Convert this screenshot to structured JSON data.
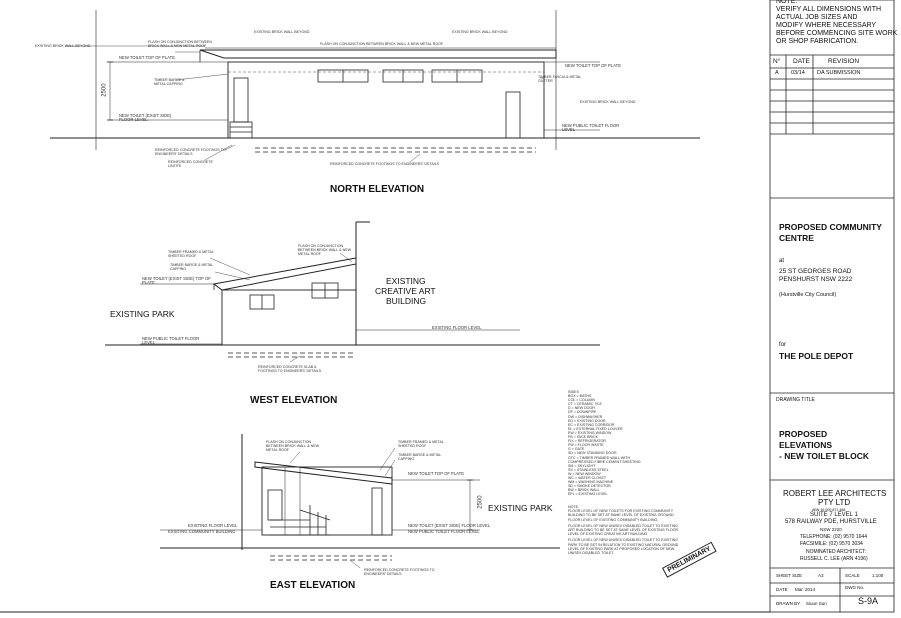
{
  "north": {
    "title": "NORTH ELEVATION",
    "notes": [
      "EXISTING BRICK WALL BEYOND",
      "FLASH ON CONJUNCTION BETWEEN BRICK WALL & NEW METAL ROOF",
      "FLASH ON CONJUNCTION BETWEEN BRICK WALL & NEW METAL ROOF",
      "EXISTING BRICK WALL BEYOND",
      "EXISTING BRICK WALL BEYOND",
      "TIMBER BARGE & METAL CAPPING",
      "TIMBER FASCIA & METAL GUTTER",
      "EXISTING BRICK WALL BEYOND",
      "REINFORCED CONCRETE FOOTINGS TO ENGINEERS' DETAILS",
      "REINFORCED CONCRETE LINTITE",
      "REINFORCED CONCRETE FOOTINGS TO ENGINEERS' DETAILS",
      "NEW TOILET TOP OF PLATE",
      "NEW TOILET TOP OF PLATE",
      "NEW TOILET (EXIST SIDE) FLOOR LEVEL",
      "NEW PUBLIC TOILET FLOOR LEVEL"
    ],
    "dim": "2500"
  },
  "west": {
    "title": "WEST ELEVATION",
    "existing_park": "EXISTING PARK",
    "existing_building": [
      "EXISTING",
      "CREATIVE ART",
      "BUILDING"
    ],
    "notes": [
      "TIMBER FRAMED & METAL SHEETED ROOF",
      "TIMBER BARGE & METAL CAPPING",
      "FLASH ON CONJUNCTION BETWEEN BRICK WALL & NEW METAL ROOF",
      "NEW TOILET (EXIST SIDE) TOP OF PLATE",
      "NEW PUBLIC TOILET FLOOR LEVEL",
      "EXISTING FLOOR LEVEL",
      "REINFORCED CONCRETE SLAB & FOOTINGS TO ENGINEERS' DETAILS"
    ]
  },
  "east": {
    "title": "EAST ELEVATION",
    "existing_park": "EXISTING PARK",
    "dim": "2500",
    "notes": [
      "FLASH ON CONJUNCTION BETWEEN BRICK WALL & NEW METAL ROOF",
      "TIMBER FRAMED & METAL SHEETED ROOF",
      "TIMBER BARGE & METAL CAPPING",
      "NEW TOILET TOP OF PLATE",
      "EXISTING FLOOR LEVEL",
      "EXISTING COMMUNITY BUILDING",
      "NEW TOILET (EXIST SIDE) FLOOR LEVEL",
      "NEW PUBLIC TOILET FLOOR LEVEL",
      "REINFORCED CONCRETE FOOTINGS TO ENGINEERS' DETAILS"
    ]
  },
  "index_legend": [
    "INDEX",
    "BOX = BATHS",
    "COL = COLUMN",
    "CT = CERAMIC TILE",
    "D = NEW DOOR",
    "DF = DOWNPIPE",
    "DW = DISHWASHER",
    "ED = EXISTING DOOR",
    "EC = EXISTING CORRIDOR",
    "EL = EXTERNAL FIXED LOUVER",
    "EW = EXISTING WINDOW",
    "FB = FACE BRICK",
    "FIX = REFRIGERATOR",
    "FW = FLOOR WASTE",
    "G = GATE",
    "SD = NEW STANDING DOOR",
    "GTC = TIMBER FRAMED WALL WITH COMPRESSED FIBRE CEMENT SHEETING",
    "SM = SKYLIGHT",
    "SS = STAINLESS STEEL",
    "W = NEW WINDOW",
    "WC = WATER CLOSET",
    "WM = WASHING MACHINE",
    "SD = SMOKE DETECTOR",
    "BW = BRICK WALL",
    "EFL = EXISTING LEVEL"
  ],
  "general_notes": [
    "NOTE:",
    "FLOOR LEVEL OF NEW TOILETS FOR EXISTING COMMUNITY BUILDING TO BE SET AT SAME LEVEL OF EXISTING GROUND FLOOR LEVEL OF EXISTING COMMUNITY BUILDING.",
    "FLOOR LEVEL OF NEW UNISEX DISABLED TOILET TO EXISTING ART BUILDING TO BE SET AT SAME LEVEL OF EXISTING FLOOR LEVEL OF EXISTING CREATIVE ART BUILDING.",
    "FLOOR LEVEL OF NEW UNISEX DISABLED TOILET TO EXISTING PARK TO BE SET IN RELATION TO EXISTING NATURAL GROUND LEVEL OF EXISTING PARK AT PROPOSED LOCATION OF NEW UNISEX DISABLED TOILET."
  ],
  "stamp": "PRELIMINARY",
  "title_block": {
    "note_lines": [
      "NOTE:",
      "VERIFY ALL DIMENSIONS WITH",
      "ACTUAL JOB SIZES AND",
      "MODIFY WHERE NECESSARY",
      "BEFORE COMMENCING SITE WORK",
      "OR SHOP FABRICATION."
    ],
    "rev_headers": [
      "N°",
      "DATE",
      "REVISION"
    ],
    "rev_rows": [
      [
        "A",
        "03/14",
        "DA SUBMISSION"
      ]
    ],
    "project_title": [
      "PROPOSED COMMUNITY",
      "CENTRE"
    ],
    "at_label": "at",
    "address": [
      "25 ST GEORGES ROAD",
      "PENSHURST NSW 2222"
    ],
    "council": "(Hurstville City Council)",
    "for_label": "for",
    "client": "THE POLE DEPOT",
    "drawing_title_label": "DRAWING TITLE",
    "drawing_title": [
      "PROPOSED",
      "ELEVATIONS",
      "- NEW TOILET BLOCK"
    ],
    "firm": [
      "ROBERT LEE ARCHITECTS",
      "PTY LTD"
    ],
    "abn": "ABN 35 000 871 488",
    "firm_address": [
      "SUITE 7 LEVEL 1",
      "578 RAILWAY PDE, HURSTVILLE",
      "NSW 2220"
    ],
    "telephone": "TELEPHONE: (02) 9570 1644",
    "facsimile": "FACSIMILE: (02) 9570 3034",
    "nominated": [
      "NOMINATED ARCHITECT:",
      "RUSSELL C. LEE (ARN 4196)"
    ],
    "sheet_size_label": "SHEET SIZE",
    "sheet_size": "A3",
    "scale_label": "SCALE",
    "scale": "1:100",
    "date_label": "DATE",
    "date": "Mar. 2014",
    "dwg_no_label": "DWG No.",
    "drawn_by_label": "DRAWN BY",
    "drawn_by": "Siuun Sun",
    "dwg_no": "S-9A"
  }
}
